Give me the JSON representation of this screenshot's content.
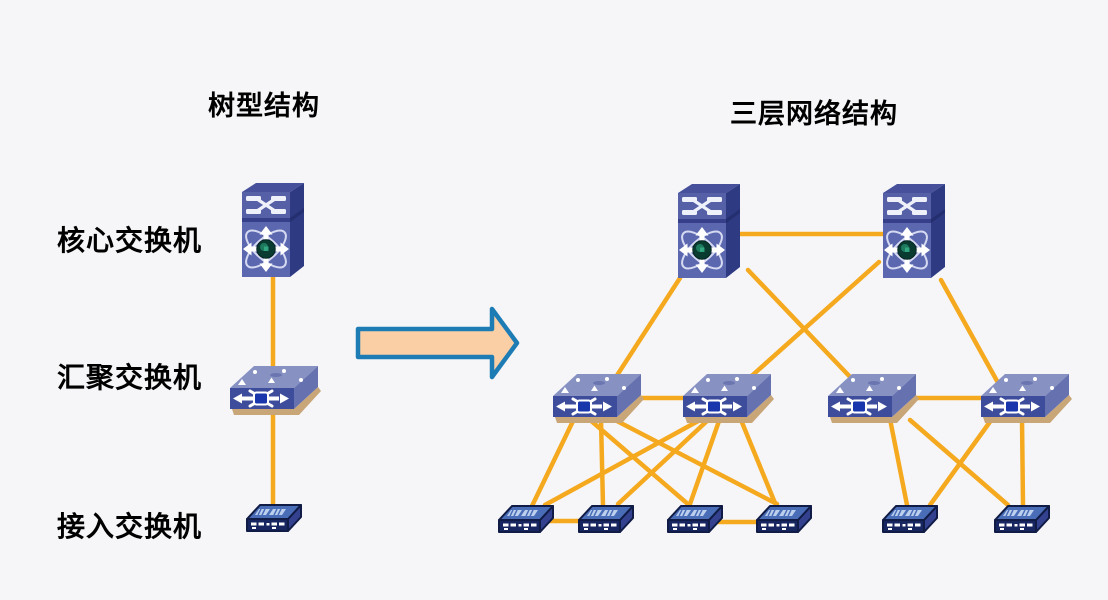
{
  "background": "#f6f6f9",
  "colors": {
    "link": "#f5a91f",
    "arrow_fill": "#fbcfa5",
    "arrow_stroke": "#1e7cb5",
    "label_text": "#000000"
  },
  "left_diagram": {
    "title": "树型结构",
    "structure": "tree",
    "layers": [
      {
        "role": "core",
        "label": "核心交换机",
        "switch_count": 1
      },
      {
        "role": "aggregation",
        "label": "汇聚交换机",
        "switch_count": 1
      },
      {
        "role": "access",
        "label": "接入交换机",
        "switch_count": 1
      }
    ],
    "links": [
      "core-aggregation",
      "aggregation-access"
    ]
  },
  "right_diagram": {
    "title": "三层网络结构",
    "structure": "three-tier",
    "layers": [
      {
        "role": "core",
        "switch_count": 2
      },
      {
        "role": "aggregation",
        "switch_count": 4
      },
      {
        "role": "access",
        "switch_count": 6
      }
    ],
    "links": [
      "core1-core2",
      "core1-agg1",
      "core1-agg3",
      "core2-agg2",
      "core2-agg4",
      "agg1-agg2",
      "agg3-agg4",
      "agg1-acc1",
      "agg1-acc2",
      "agg1-acc3",
      "agg1-acc4",
      "agg2-acc1",
      "agg2-acc2",
      "agg2-acc3",
      "agg2-acc4",
      "acc1-acc2",
      "acc3-acc4",
      "agg3-acc5",
      "agg3-acc6",
      "agg4-acc5",
      "agg4-acc6"
    ]
  },
  "icons": {
    "core": "core-switch-icon",
    "aggregation": "aggregation-switch-icon",
    "access": "access-switch-icon"
  }
}
